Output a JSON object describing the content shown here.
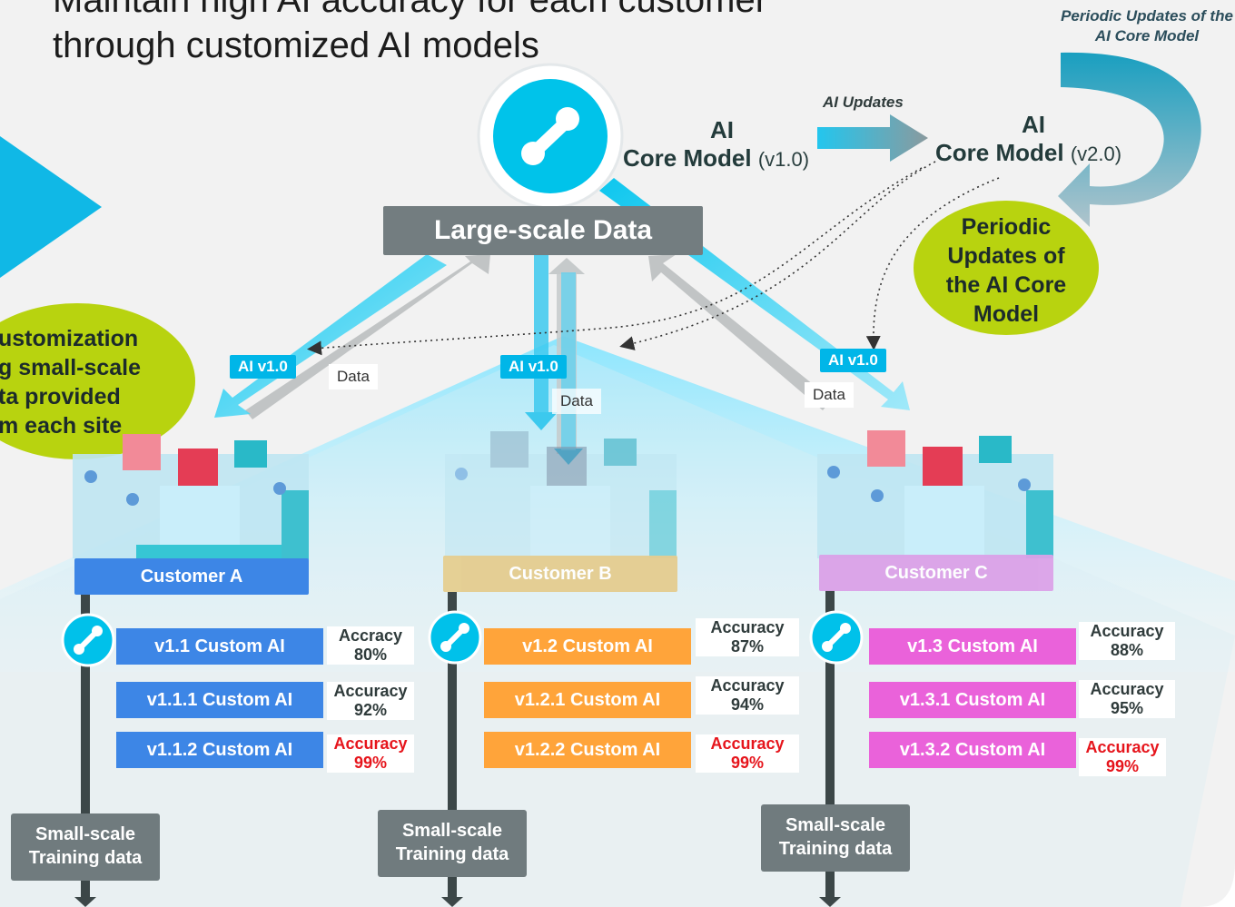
{
  "title": {
    "line1": "Maintain high AI accuracy for each customer",
    "line2": "through customized AI models"
  },
  "core_v1": {
    "name": "AI",
    "label": "Core Model",
    "version": "(v1.0)"
  },
  "core_v2": {
    "name": "AI",
    "label": "Core Model",
    "version": "(v2.0)"
  },
  "ai_updates": "AI Updates",
  "periodic_top": "Periodic Updates of the AI Core Model",
  "periodic_oval": "Periodic Updates of the AI Core Model",
  "left_oval": [
    "ustomization",
    "g small-scale",
    "ta provided",
    "m each site"
  ],
  "large_data": "Large-scale Data",
  "ai_tag": "AI v1.0",
  "data_tag": "Data",
  "small_training": [
    "Small-scale",
    "Training data"
  ],
  "customers": [
    {
      "name": "Customer A",
      "color": "#3d86e6",
      "model_color": "#3d86e6",
      "models": [
        {
          "name": "v1.1 Custom AI",
          "acc_label": "Accracy",
          "acc_value": "80%",
          "highlight": false
        },
        {
          "name": "v1.1.1 Custom AI",
          "acc_label": "Accuracy",
          "acc_value": "92%",
          "highlight": false
        },
        {
          "name": "v1.1.2 Custom AI",
          "acc_label": "Accuracy",
          "acc_value": "99%",
          "highlight": true
        }
      ]
    },
    {
      "name": "Customer B",
      "color": "#e8c883",
      "model_color": "#ffa43a",
      "models": [
        {
          "name": "v1.2 Custom AI",
          "acc_label": "Accuracy",
          "acc_value": "87%",
          "highlight": false
        },
        {
          "name": "v1.2.1 Custom AI",
          "acc_label": "Accuracy",
          "acc_value": "94%",
          "highlight": false
        },
        {
          "name": "v1.2.2 Custom AI",
          "acc_label": "Accuracy",
          "acc_value": "99%",
          "highlight": true
        }
      ]
    },
    {
      "name": "Customer C",
      "color": "#dd9be6",
      "model_color": "#ea62da",
      "models": [
        {
          "name": "v1.3 Custom AI",
          "acc_label": "Accuracy",
          "acc_value": "88%",
          "highlight": false
        },
        {
          "name": "v1.3.1 Custom AI",
          "acc_label": "Accuracy",
          "acc_value": "95%",
          "highlight": false
        },
        {
          "name": "v1.3.2 Custom AI",
          "acc_label": "Accuracy",
          "acc_value": "99%",
          "highlight": true
        }
      ]
    }
  ],
  "colors": {
    "accent": "#00c0ea",
    "oval": "#b7d10f",
    "dark_box": "#737d80",
    "highlight_text": "#e6151c"
  }
}
